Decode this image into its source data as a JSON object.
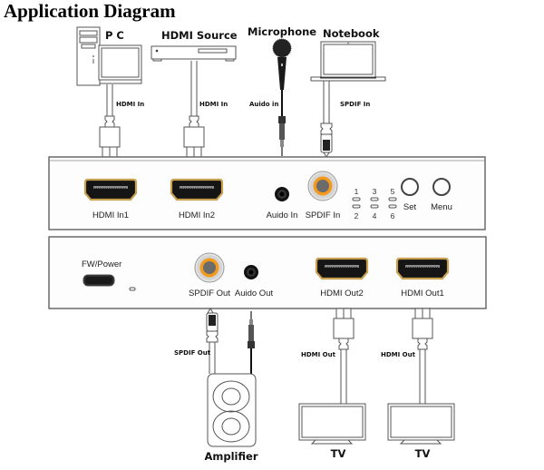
{
  "title": "Application Diagram",
  "colors": {
    "hdmi_rim": "#c8a050",
    "hdmi_body": "#151515",
    "spdif_ring": "#f39a1e",
    "spdif_center": "#6b6b6b",
    "panel_border": "#6a6a6a"
  },
  "sources": [
    {
      "label": "P C",
      "icon": "pc-icon",
      "cable_label": "HDMI In",
      "cable": "hdmi"
    },
    {
      "label": "HDMI Source",
      "icon": "hdmi-source-box-icon",
      "cable_label": "HDMI In",
      "cable": "hdmi"
    },
    {
      "label": "Microphone",
      "icon": "microphone-icon",
      "cable_label": "Auido in",
      "cable": "audio-jack"
    },
    {
      "label": "Notebook",
      "icon": "notebook-icon",
      "cable_label": "SPDIF In",
      "cable": "spdif"
    }
  ],
  "front_panel": {
    "ports": [
      {
        "label": "HDMI In1",
        "type": "hdmi"
      },
      {
        "label": "HDMI In2",
        "type": "hdmi"
      },
      {
        "label": "Auido In",
        "type": "audio-jack"
      },
      {
        "label": "SPDIF In",
        "type": "spdif"
      }
    ],
    "leds_top": [
      "1",
      "3",
      "5"
    ],
    "leds_bottom": [
      "2",
      "4",
      "6"
    ],
    "buttons": [
      {
        "label": "Set"
      },
      {
        "label": "Menu"
      }
    ]
  },
  "rear_panel": {
    "power_label": "FW/Power",
    "ports": [
      {
        "label": "SPDIF Out",
        "type": "spdif"
      },
      {
        "label": "Auido Out",
        "type": "audio-jack"
      },
      {
        "label": "HDMI Out2",
        "type": "hdmi"
      },
      {
        "label": "HDMI Out1",
        "type": "hdmi"
      }
    ]
  },
  "outputs": [
    {
      "label": "Amplifier",
      "icon": "amplifier-speaker-icon",
      "cable_label": "SPDIF Out"
    },
    {
      "label": "TV",
      "icon": "tv-icon",
      "cable_label": "HDMI Out"
    },
    {
      "label": "TV",
      "icon": "tv-icon",
      "cable_label": "HDMI Out"
    }
  ]
}
